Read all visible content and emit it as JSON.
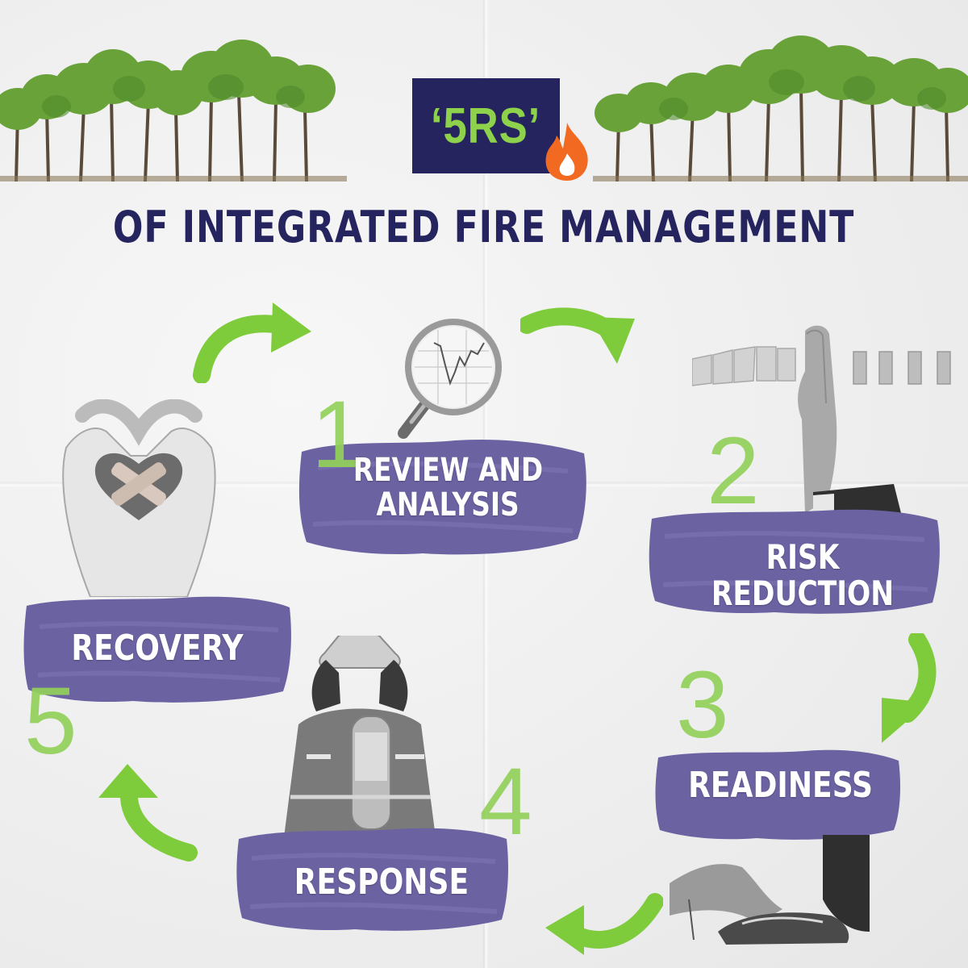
{
  "header": {
    "badge": "‘5RS’",
    "subtitle": "OF INTEGRATED FIRE MANAGEMENT"
  },
  "steps": [
    {
      "number": "1",
      "label": "REVIEW AND",
      "label2": "ANALYSIS",
      "icon": "magnifier-chart-icon"
    },
    {
      "number": "2",
      "label": "RISK REDUCTION",
      "icon": "hand-stop-dominoes-icon"
    },
    {
      "number": "3",
      "label": "READINESS",
      "icon": "tying-shoelace-icon"
    },
    {
      "number": "4",
      "label": "RESPONSE",
      "icon": "firefighter-icon"
    },
    {
      "number": "5",
      "label": "RECOVERY",
      "icon": "hands-heart-bandage-icon"
    }
  ],
  "colors": {
    "navy": "#26245e",
    "green": "#8ed14a",
    "purple": "#6b62a2",
    "flame": "#f26a21"
  }
}
